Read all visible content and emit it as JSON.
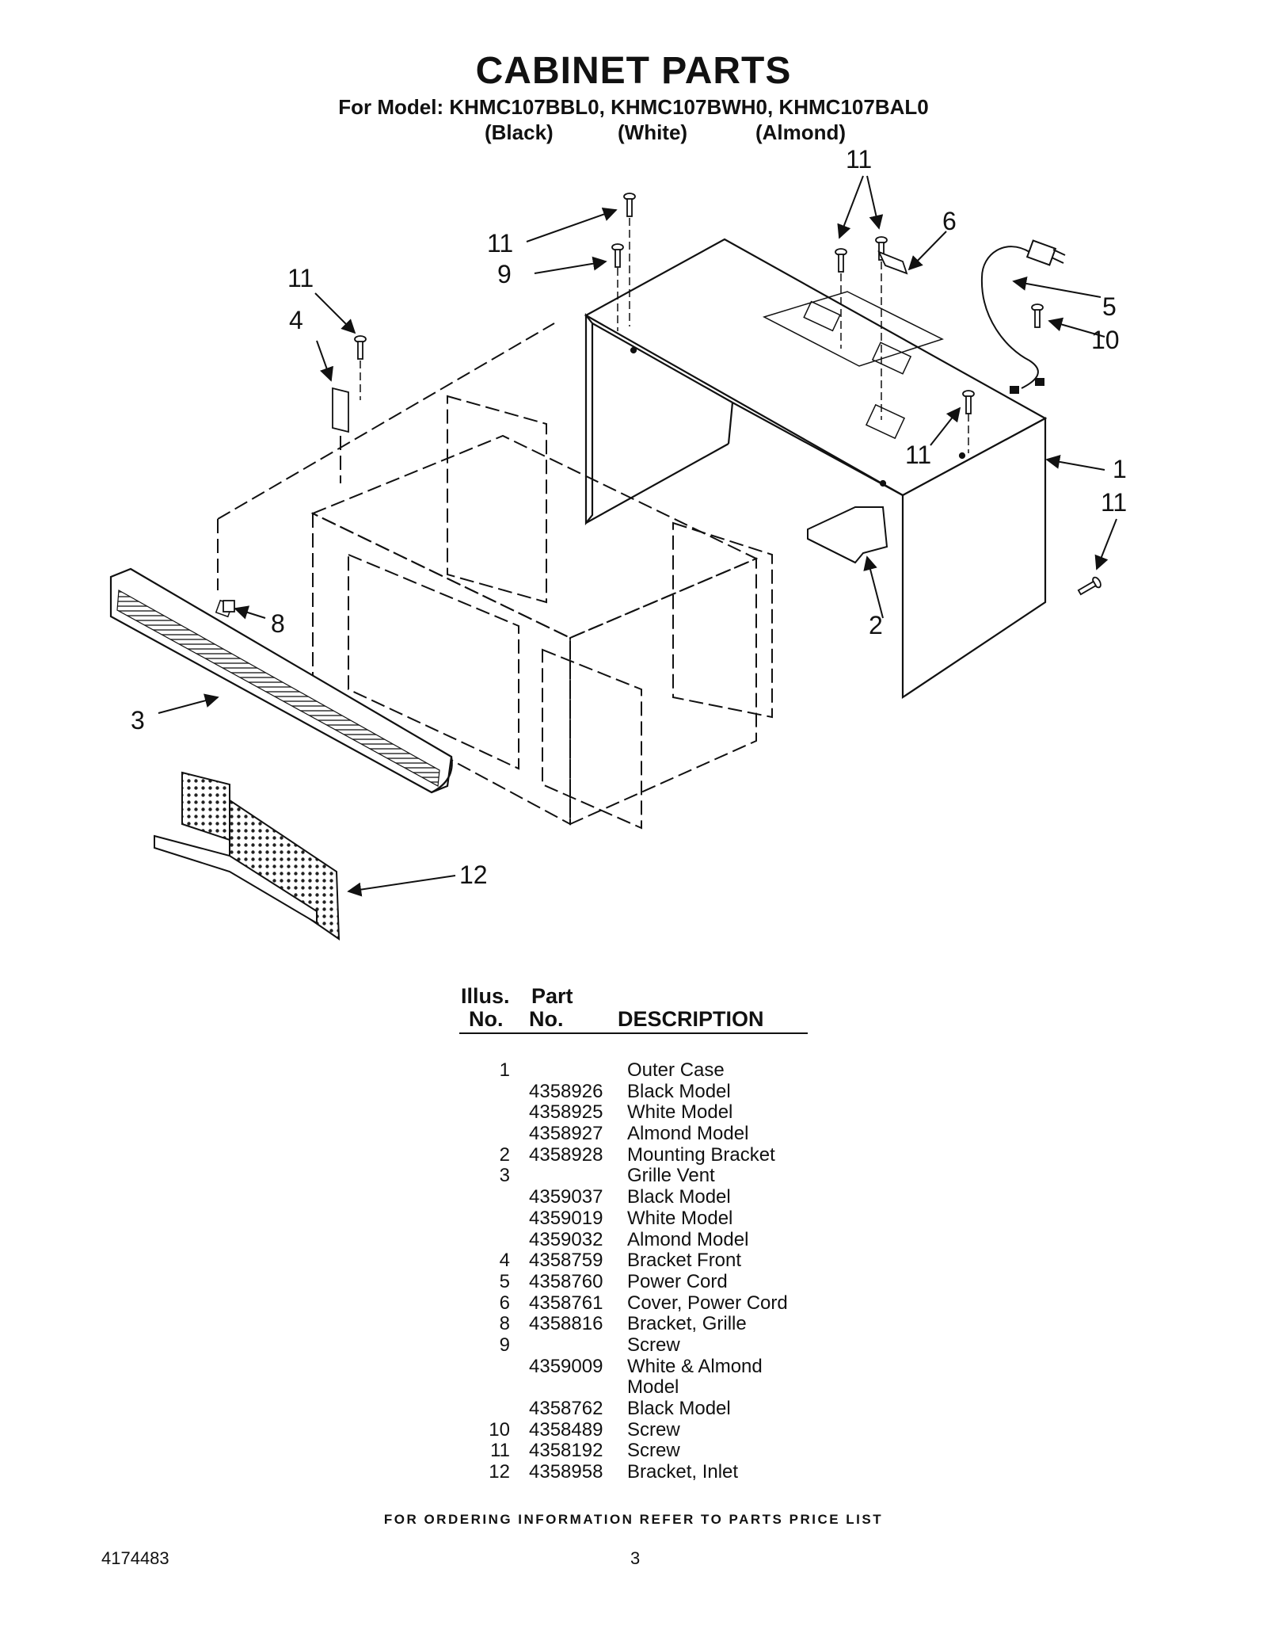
{
  "header": {
    "title": "CABINET PARTS",
    "models": "For Model: KHMC107BBL0, KHMC107BWH0, KHMC107BAL0",
    "color_black": "(Black)",
    "color_white": "(White)",
    "color_almond": "(Almond)"
  },
  "callouts": {
    "c1": "1",
    "c2": "2",
    "c3": "3",
    "c4": "4",
    "c5": "5",
    "c6": "6",
    "c8": "8",
    "c9": "9",
    "c10": "10",
    "c11": "11",
    "c12": "12"
  },
  "table": {
    "head_illus": "Illus.",
    "head_no1": "No.",
    "head_part": "Part",
    "head_no2": "No.",
    "head_desc": "DESCRIPTION",
    "rows": [
      {
        "illus": "1",
        "part": "",
        "desc": "Outer Case"
      },
      {
        "illus": "",
        "part": "4358926",
        "desc": "Black Model"
      },
      {
        "illus": "",
        "part": "4358925",
        "desc": "White Model"
      },
      {
        "illus": "",
        "part": "4358927",
        "desc": "Almond Model"
      },
      {
        "illus": "2",
        "part": "4358928",
        "desc": "Mounting Bracket"
      },
      {
        "illus": "3",
        "part": "",
        "desc": "Grille Vent"
      },
      {
        "illus": "",
        "part": "4359037",
        "desc": "Black Model"
      },
      {
        "illus": "",
        "part": "4359019",
        "desc": "White Model"
      },
      {
        "illus": "",
        "part": "4359032",
        "desc": "Almond Model"
      },
      {
        "illus": "4",
        "part": "4358759",
        "desc": "Bracket Front"
      },
      {
        "illus": "5",
        "part": "4358760",
        "desc": "Power Cord"
      },
      {
        "illus": "6",
        "part": "4358761",
        "desc": "Cover, Power Cord"
      },
      {
        "illus": "8",
        "part": "4358816",
        "desc": "Bracket, Grille"
      },
      {
        "illus": "9",
        "part": "",
        "desc": "Screw"
      },
      {
        "illus": "",
        "part": "4359009",
        "desc": "White & Almond"
      },
      {
        "illus": "",
        "part": "",
        "desc": "Model"
      },
      {
        "illus": "",
        "part": "4358762",
        "desc": "Black Model"
      },
      {
        "illus": "10",
        "part": "4358489",
        "desc": "Screw"
      },
      {
        "illus": "11",
        "part": "4358192",
        "desc": "Screw"
      },
      {
        "illus": "12",
        "part": "4358958",
        "desc": "Bracket, Inlet"
      }
    ]
  },
  "footer": {
    "ordering": "FOR ORDERING INFORMATION REFER TO PARTS PRICE LIST",
    "doc_number": "4174483",
    "page_number": "3"
  }
}
